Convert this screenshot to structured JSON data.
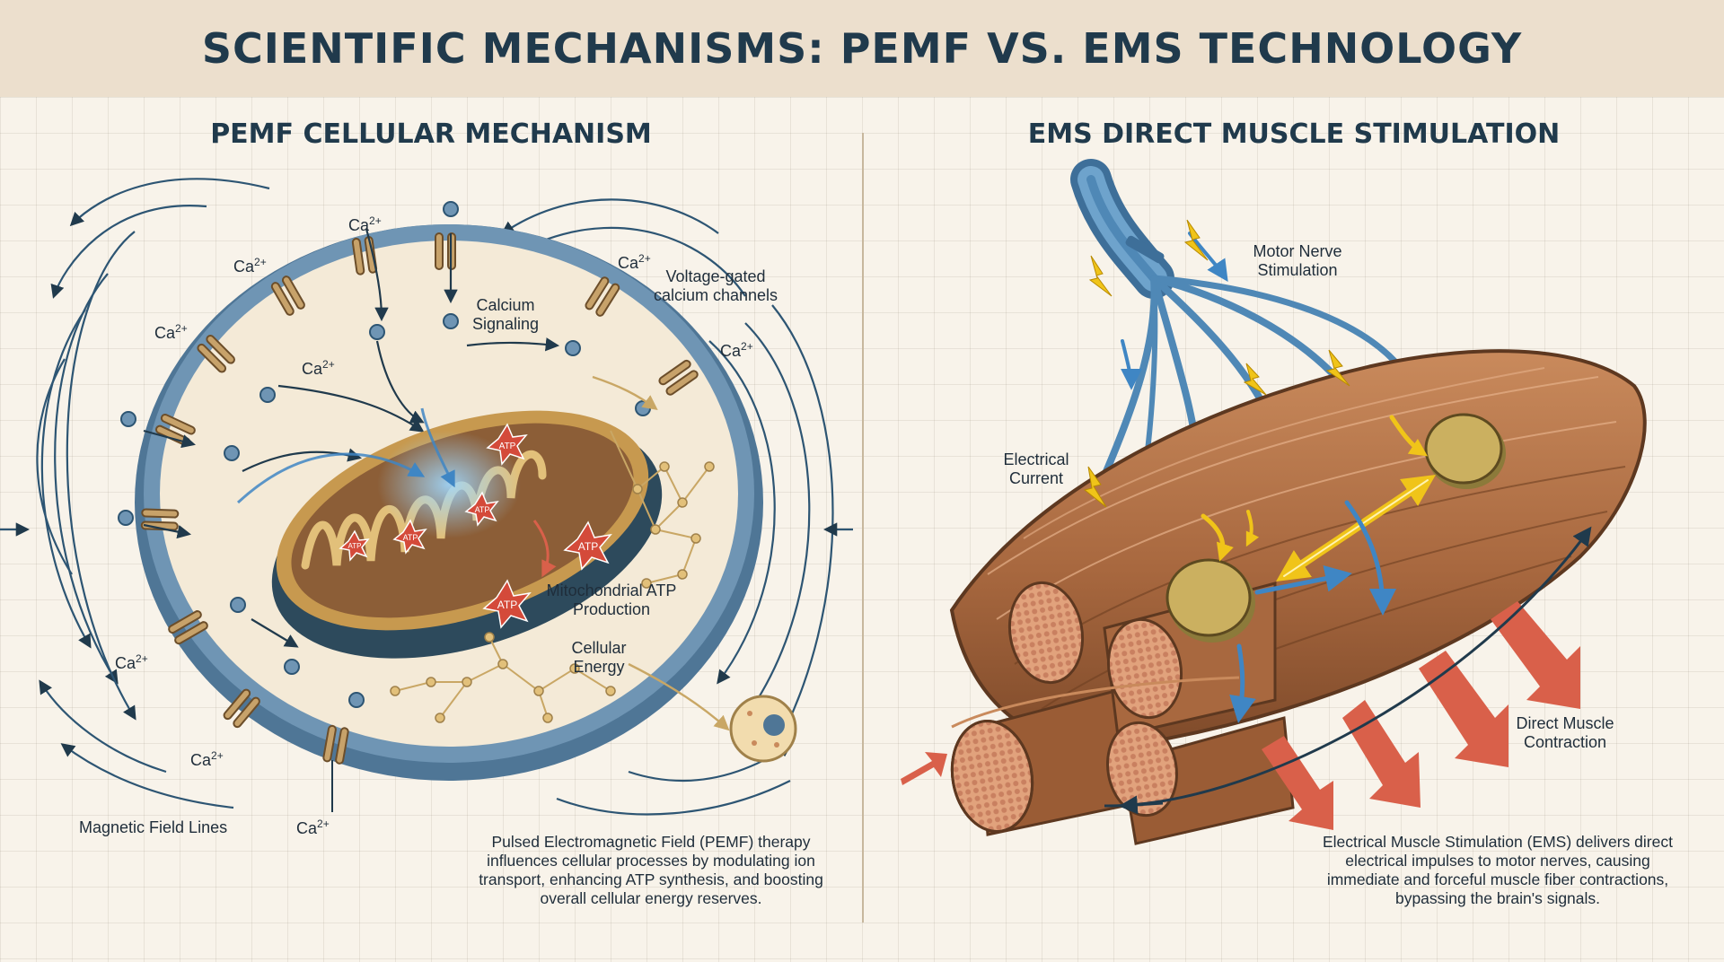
{
  "title": "SCIENTIFIC MECHANISMS: PEMF VS. EMS TECHNOLOGY",
  "pemf": {
    "title": "PEMF CELLULAR MECHANISM",
    "ion": "Ca",
    "ion_charge": "2+",
    "labels": {
      "calcium_signaling": "Calcium Signaling",
      "voltage_gated": "Voltage-gated calcium channels",
      "mitochondrial": "Mitochondrial ATP Production",
      "cellular_energy": "Cellular Energy",
      "field_lines": "Magnetic Field Lines",
      "atp": "ATP"
    },
    "description": "Pulsed Electromagnetic Field (PEMF) therapy influences cellular processes by modulating ion transport, enhancing ATP synthesis, and boosting overall cellular energy reserves."
  },
  "ems": {
    "title": "EMS DIRECT MUSCLE STIMULATION",
    "labels": {
      "motor_nerve": "Motor Nerve Stimulation",
      "electrical_current": "Electrical Current",
      "direct_contraction": "Direct Muscle Contraction"
    },
    "description": "Electrical Muscle Stimulation (EMS) delivers direct electrical impulses to motor nerves, causing immediate and forceful muscle fiber contractions, bypassing the brain's signals."
  },
  "colors": {
    "navy": "#203a4c",
    "membrane": "#5f86a6",
    "cytoplasm": "#f4ead7",
    "mitochondria": "#c7994f",
    "muscle": "#a8683f",
    "nerve": "#4f88b6",
    "spark": "#f0c419",
    "red_arrow": "#d9604a",
    "electrode": "#cbb060"
  }
}
